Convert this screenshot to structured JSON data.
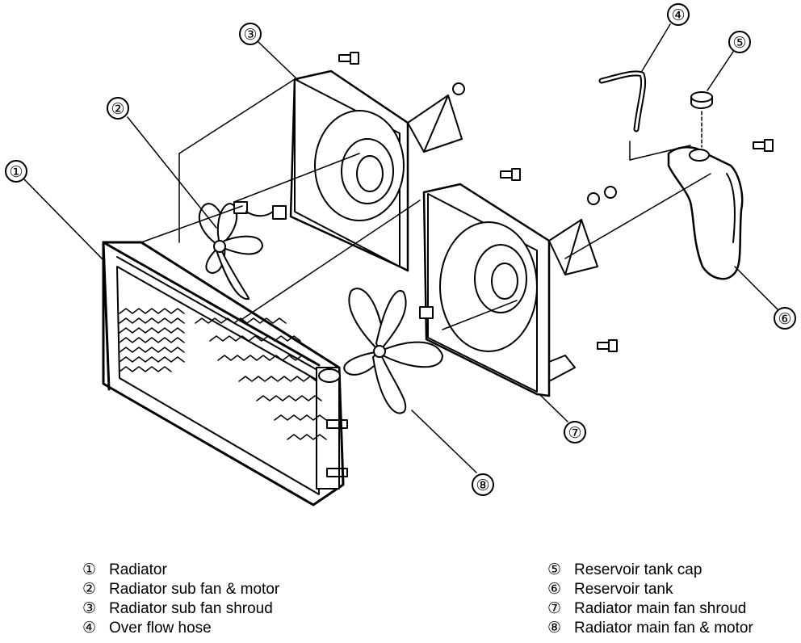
{
  "callouts": [
    {
      "num": "①",
      "label": "Radiator"
    },
    {
      "num": "②",
      "label": "Radiator sub fan & motor"
    },
    {
      "num": "③",
      "label": "Radiator sub fan shroud"
    },
    {
      "num": "④",
      "label": "Over flow hose"
    },
    {
      "num": "⑤",
      "label": "Reservoir tank cap"
    },
    {
      "num": "⑥",
      "label": "Reservoir tank"
    },
    {
      "num": "⑦",
      "label": "Radiator main fan shroud"
    },
    {
      "num": "⑧",
      "label": "Radiator main fan & motor"
    }
  ]
}
